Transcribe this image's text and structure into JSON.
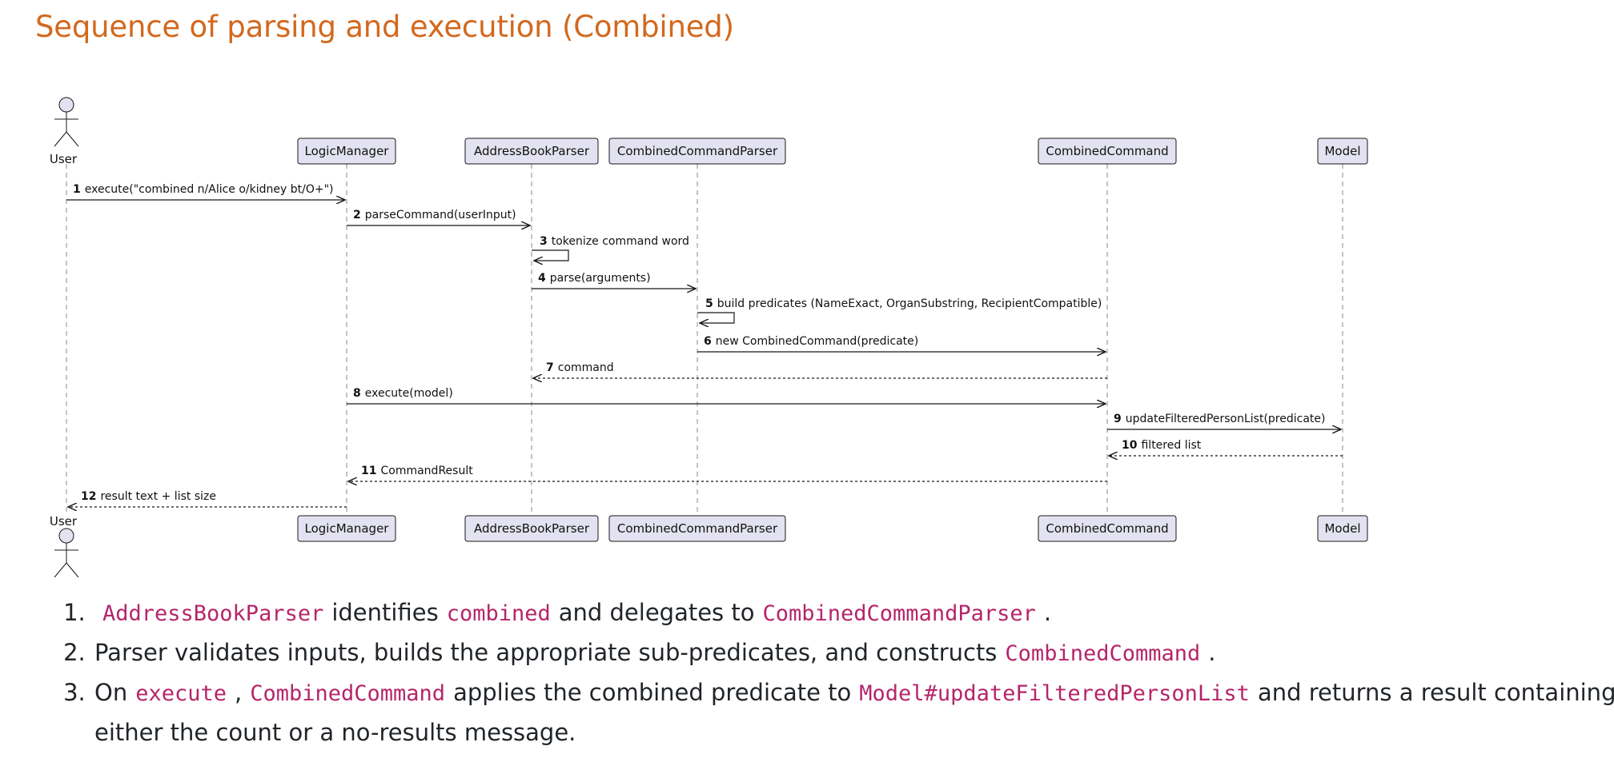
{
  "title": "Sequence of parsing and execution (Combined)",
  "participants": [
    {
      "id": "user",
      "label": "User",
      "kind": "actor"
    },
    {
      "id": "lm",
      "label": "LogicManager"
    },
    {
      "id": "abp",
      "label": "AddressBookParser"
    },
    {
      "id": "ccp",
      "label": "CombinedCommandParser"
    },
    {
      "id": "cc",
      "label": "CombinedCommand"
    },
    {
      "id": "model",
      "label": "Model"
    }
  ],
  "messages": [
    {
      "num": "1",
      "text": "execute(\"combined n/Alice o/kidney bt/O+\")",
      "from": "user",
      "to": "lm",
      "kind": "call"
    },
    {
      "num": "2",
      "text": "parseCommand(userInput)",
      "from": "lm",
      "to": "abp",
      "kind": "call"
    },
    {
      "num": "3",
      "text": "tokenize command word",
      "from": "abp",
      "to": "abp",
      "kind": "self"
    },
    {
      "num": "4",
      "text": "parse(arguments)",
      "from": "abp",
      "to": "ccp",
      "kind": "call"
    },
    {
      "num": "5",
      "text": "build predicates (NameExact, OrganSubstring, RecipientCompatible)",
      "from": "ccp",
      "to": "ccp",
      "kind": "self"
    },
    {
      "num": "6",
      "text": "new CombinedCommand(predicate)",
      "from": "ccp",
      "to": "cc",
      "kind": "call"
    },
    {
      "num": "7",
      "text": "command",
      "from": "cc",
      "to": "abp",
      "kind": "return"
    },
    {
      "num": "8",
      "text": "execute(model)",
      "from": "lm",
      "to": "cc",
      "kind": "call"
    },
    {
      "num": "9",
      "text": "updateFilteredPersonList(predicate)",
      "from": "cc",
      "to": "model",
      "kind": "call"
    },
    {
      "num": "10",
      "text": "filtered list",
      "from": "model",
      "to": "cc",
      "kind": "return"
    },
    {
      "num": "11",
      "text": "CommandResult",
      "from": "cc",
      "to": "lm",
      "kind": "return"
    },
    {
      "num": "12",
      "text": "result text + list size",
      "from": "lm",
      "to": "user",
      "kind": "return"
    }
  ],
  "notes": [
    {
      "parts": [
        {
          "type": "code",
          "text": "AddressBookParser"
        },
        {
          "type": "text",
          "text": "identifies"
        },
        {
          "type": "code",
          "text": "combined"
        },
        {
          "type": "text",
          "text": "and delegates to"
        },
        {
          "type": "code",
          "text": "CombinedCommandParser"
        },
        {
          "type": "text",
          "text": "."
        }
      ]
    },
    {
      "parts": [
        {
          "type": "text",
          "text": "Parser validates inputs, builds the appropriate sub-predicates, and constructs"
        },
        {
          "type": "code",
          "text": "CombinedCommand"
        },
        {
          "type": "text",
          "text": "."
        }
      ]
    },
    {
      "parts": [
        {
          "type": "text",
          "text": "On"
        },
        {
          "type": "code",
          "text": "execute"
        },
        {
          "type": "text",
          "text": ","
        },
        {
          "type": "code",
          "text": "CombinedCommand"
        },
        {
          "type": "text",
          "text": "applies the combined predicate to"
        },
        {
          "type": "code",
          "text": "Model#updateFilteredPersonList"
        },
        {
          "type": "text",
          "text": "and returns a result containing either the count or a no-results message."
        }
      ]
    }
  ]
}
